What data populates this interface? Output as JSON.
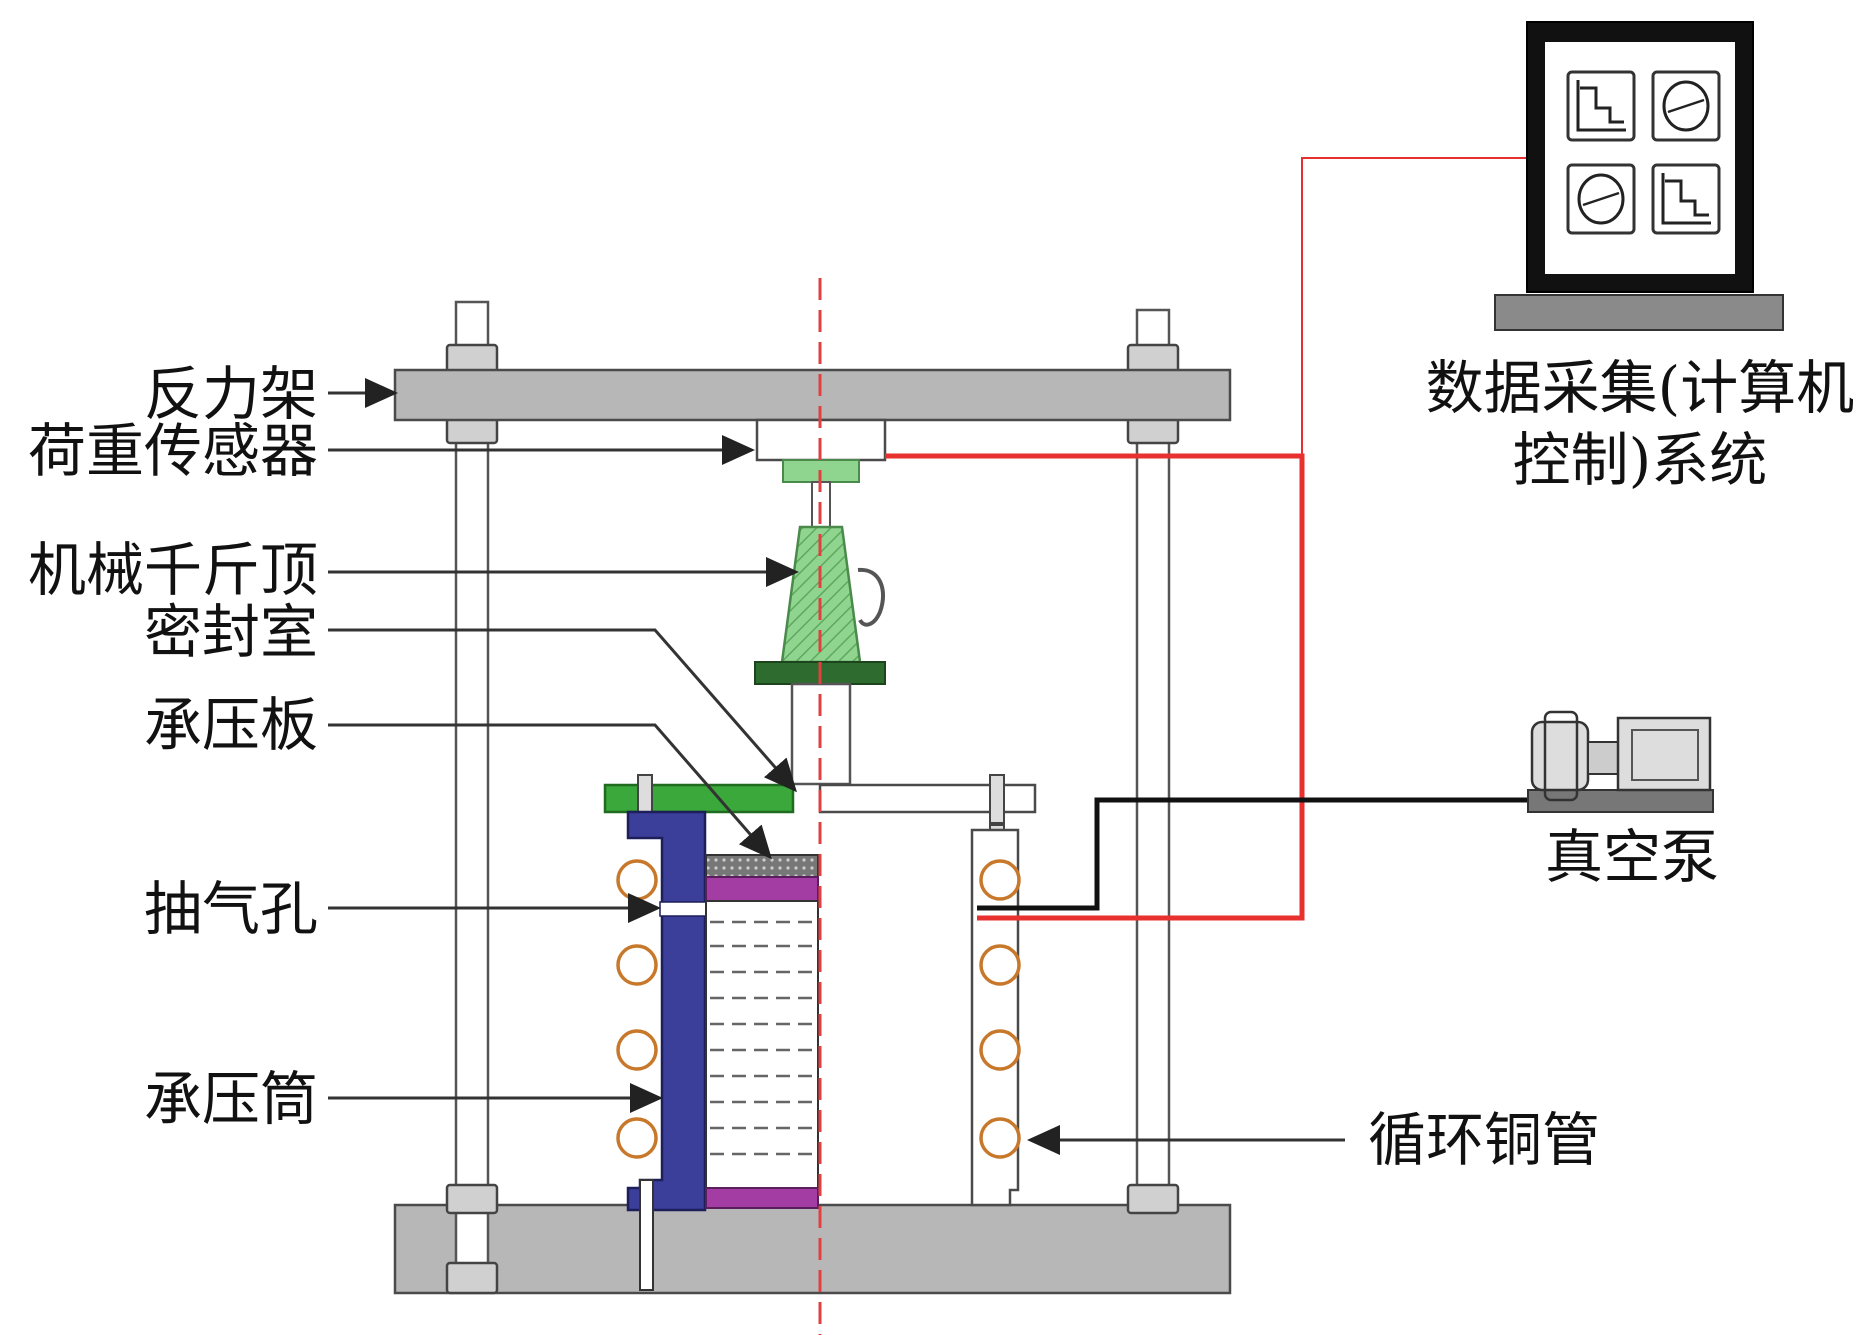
{
  "labels": {
    "reaction_frame": "反力架",
    "load_sensor": "荷重传感器",
    "mechanical_jack": "机械千斤顶",
    "sealed_chamber": "密封室",
    "bearing_plate": "承压板",
    "vent_hole": "抽气孔",
    "bearing_cylinder": "承压筒",
    "data_acquisition_line1": "数据采集(计算机",
    "data_acquisition_line2": "控制)系统",
    "vacuum_pump": "真空泵",
    "circulating_copper_pipe": "循环铜管"
  },
  "colors": {
    "signal_line": "#e8302f",
    "vacuum_line": "#111111",
    "centerline": "#e04040",
    "cylinder_wall": "#3b3f9a",
    "bearing_plate": "#3aa83a",
    "jack": "#8fd48f",
    "jack_base": "#2e6b2e",
    "end_cap": "#a33ca3",
    "copper_pipe": "#c8782a",
    "frame": "#b7b7b7"
  }
}
